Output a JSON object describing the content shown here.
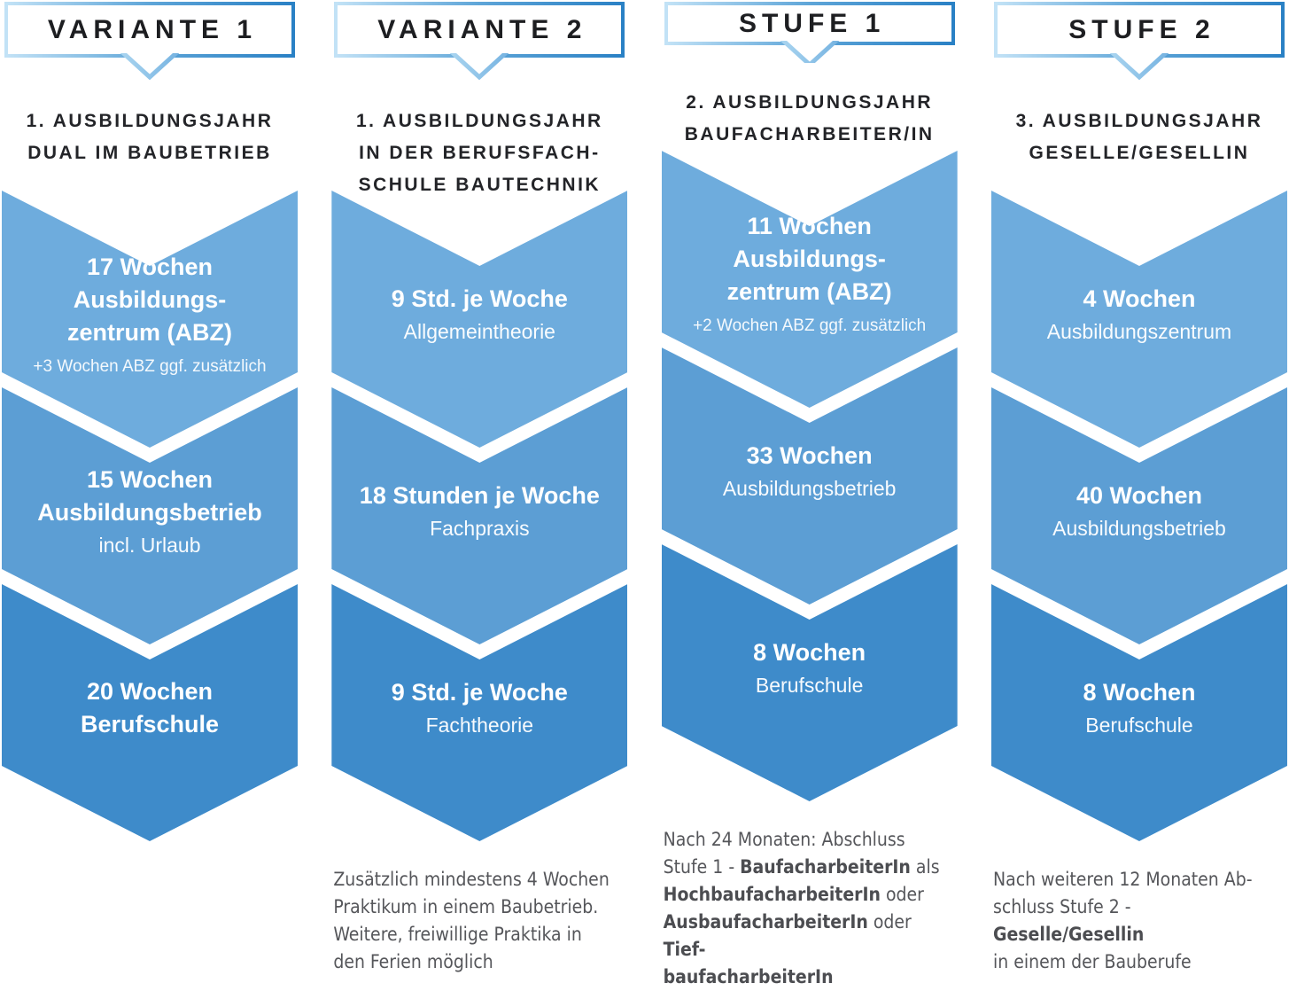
{
  "palette": {
    "stage_colors": [
      "#6EACDD",
      "#5C9ED4",
      "#3E8BCA"
    ],
    "tab_border_left": "#C2E2F6",
    "tab_border_right": "#2A81C5",
    "pointer_stroke_left": "#AAD5F0",
    "pointer_stroke_right": "#76B3E1",
    "title_color": "#1D1E21",
    "footnote_color": "#55565A",
    "stage_text_color": "#FFFFFF"
  },
  "columns": [
    {
      "tab": "VARIANTE 1",
      "subtitle": "1. AUSBILDUNGSJAHR\nDUAL IM BAUBETRIEB",
      "stages": [
        {
          "main": "17 Wochen Ausbildungs-\nzentrum (ABZ)",
          "sub": "",
          "note": "+3 Wochen ABZ ggf. zusätzlich"
        },
        {
          "main": "15 Wochen\nAusbildungsbetrieb",
          "sub": "incl. Urlaub",
          "note": ""
        },
        {
          "main": "20 Wochen\nBerufschule",
          "sub": "",
          "note": ""
        }
      ],
      "footnote": []
    },
    {
      "tab": "VARIANTE 2",
      "subtitle": "1. AUSBILDUNGSJAHR\nIN DER BERUFSFACH-\nSCHULE BAUTECHNIK",
      "stages": [
        {
          "main": "9 Std. je Woche",
          "sub": "Allgemeintheorie",
          "note": ""
        },
        {
          "main": "18 Stunden je Woche",
          "sub": "Fachpraxis",
          "note": ""
        },
        {
          "main": "9 Std. je Woche",
          "sub": "Fachtheorie",
          "note": ""
        }
      ],
      "footnote": [
        {
          "text": "Zusätzlich mindestens 4 Wochen\nPraktikum in einem Baubetrieb.\nWeitere, freiwillige Praktika in\nden Ferien möglich",
          "bold": false
        }
      ]
    },
    {
      "tab": "STUFE 1",
      "subtitle": "2. AUSBILDUNGSJAHR\nBAUFACHARBEITER/IN",
      "stages": [
        {
          "main": "11 Wochen Ausbildungs-\nzentrum (ABZ)",
          "sub": "",
          "note": "+2 Wochen ABZ ggf. zusätzlich"
        },
        {
          "main": "33 Wochen",
          "sub": "Ausbildungsbetrieb",
          "note": ""
        },
        {
          "main": "8 Wochen",
          "sub": "Berufschule",
          "note": ""
        }
      ],
      "footnote": [
        {
          "text": "Nach 24 Monaten: Abschluss\nStufe 1 - ",
          "bold": false
        },
        {
          "text": "BaufacharbeiterIn",
          "bold": true
        },
        {
          "text": " als\n",
          "bold": false
        },
        {
          "text": "HochbaufacharbeiterIn",
          "bold": true
        },
        {
          "text": " oder\n",
          "bold": false
        },
        {
          "text": "AusbaufacharbeiterIn",
          "bold": true
        },
        {
          "text": " oder ",
          "bold": false
        },
        {
          "text": "Tief-\nbaufacharbeiterIn",
          "bold": true
        }
      ]
    },
    {
      "tab": "STUFE 2",
      "subtitle": "3. AUSBILDUNGSJAHR\nGESELLE/GESELLIN",
      "stages": [
        {
          "main": "4 Wochen",
          "sub": "Ausbildungszentrum",
          "note": ""
        },
        {
          "main": "40 Wochen",
          "sub": "Ausbildungsbetrieb",
          "note": ""
        },
        {
          "main": "8 Wochen",
          "sub": "Berufschule",
          "note": ""
        }
      ],
      "footnote": [
        {
          "text": "Nach weiteren 12 Monaten Ab-\nschluss Stufe 2 - ",
          "bold": false
        },
        {
          "text": "Geselle/Gesellin",
          "bold": true
        },
        {
          "text": "\nin einem der Bauberufe",
          "bold": false
        }
      ]
    }
  ]
}
